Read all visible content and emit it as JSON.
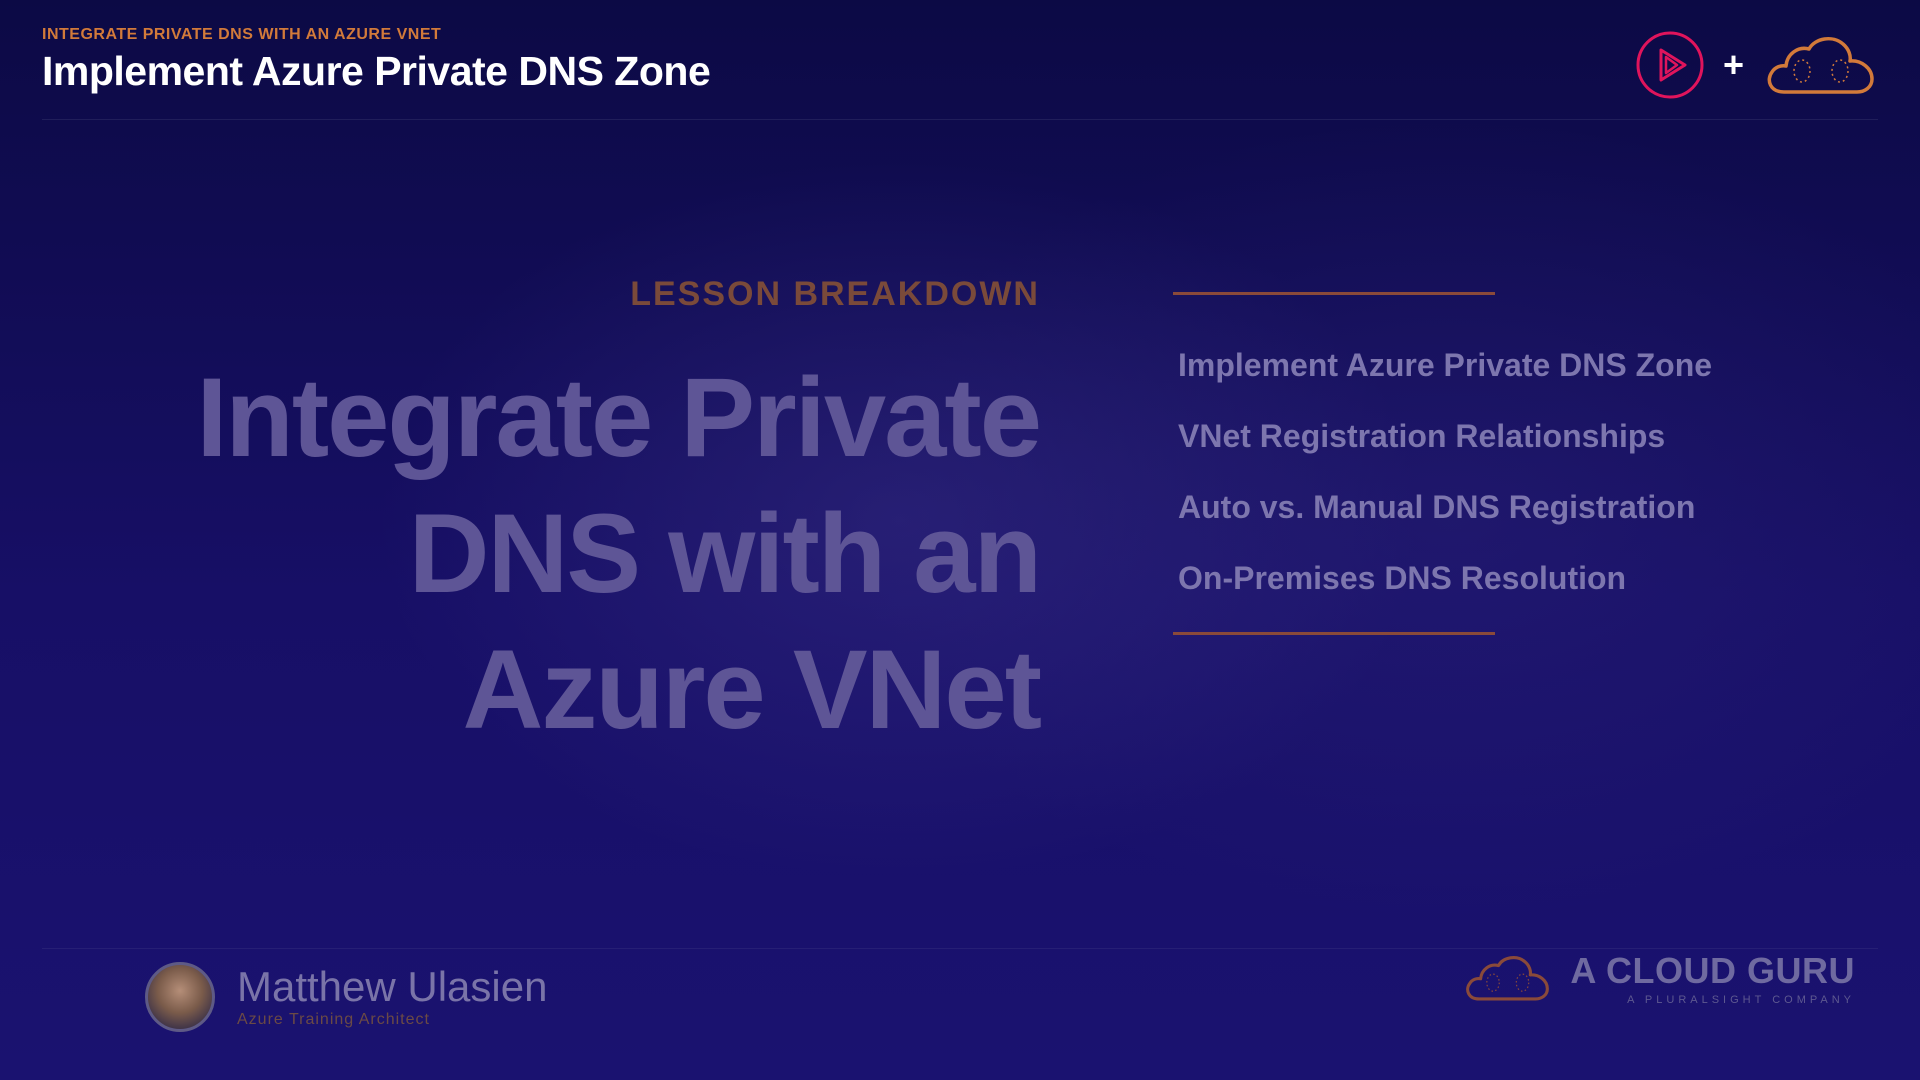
{
  "header": {
    "kicker": "INTEGRATE PRIVATE DNS WITH AN AZURE VNET",
    "title": "Implement Azure Private DNS Zone",
    "plus": "+"
  },
  "lesson": {
    "label": "LESSON BREAKDOWN",
    "title_lines": [
      "Integrate Private",
      "DNS with an",
      "Azure VNet"
    ]
  },
  "breakdown": [
    "Implement Azure Private DNS Zone",
    "VNet Registration Relationships",
    "Auto vs. Manual DNS Registration",
    "On-Premises DNS Resolution"
  ],
  "presenter": {
    "name": "Matthew Ulasien",
    "role": "Azure Training Architect"
  },
  "brand": {
    "wordmark": "A CLOUD GURU",
    "tagline": "A PLURALSIGHT COMPANY"
  },
  "icons": {
    "pluralsight": "pluralsight-logo-icon",
    "cloud": "cloud-guru-logo-icon",
    "avatar": "presenter-avatar"
  },
  "colors": {
    "background": "#120c5a",
    "accent_orange": "#d27a3a",
    "pluralsight_red": "#e0145c",
    "dim_text": "#7d76ae"
  }
}
